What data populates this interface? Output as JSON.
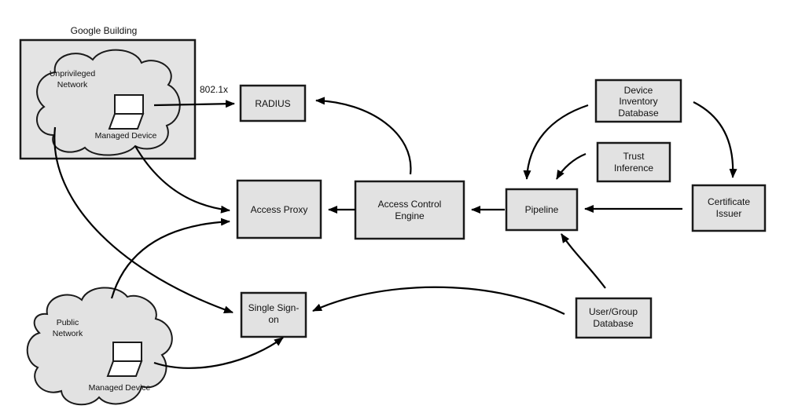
{
  "building": {
    "title": "Google Building"
  },
  "unprivileged_network": {
    "line1": "Unprivileged",
    "line2": "Network",
    "device": "Managed Device"
  },
  "public_network": {
    "line1": "Public",
    "line2": "Network",
    "device": "Managed Device"
  },
  "edge_label_8021x": "802.1x",
  "nodes": {
    "radius": "RADIUS",
    "access_proxy": "Access Proxy",
    "access_control_engine": {
      "line1": "Access Control",
      "line2": "Engine"
    },
    "pipeline": "Pipeline",
    "device_inventory_database": {
      "line1": "Device",
      "line2": "Inventory",
      "line3": "Database"
    },
    "trust_inference": {
      "line1": "Trust",
      "line2": "Inference"
    },
    "certificate_issuer": {
      "line1": "Certificate",
      "line2": "Issuer"
    },
    "single_sign_on": {
      "line1": "Single Sign-",
      "line2": "on"
    },
    "user_group_database": {
      "line1": "User/Group",
      "line2": "Database"
    }
  }
}
